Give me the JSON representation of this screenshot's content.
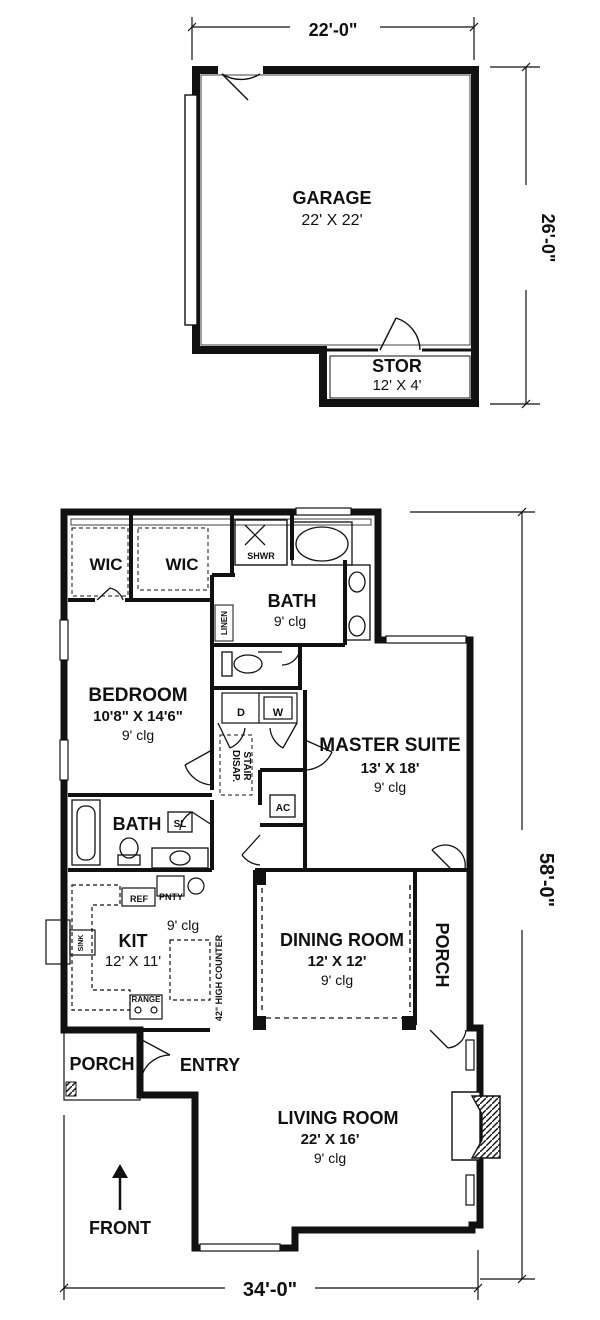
{
  "garage_plan": {
    "width_dim": "22'-0\"",
    "depth_dim": "26'-0\"",
    "garage": {
      "name": "GARAGE",
      "size": "22' X 22'"
    },
    "storage": {
      "name": "STOR",
      "size": "12' X 4'"
    }
  },
  "house_plan": {
    "width_dim": "34'-0\"",
    "depth_dim": "58'-0\"",
    "wic_left": "WIC",
    "wic_right": "WIC",
    "shower": "SHWR",
    "master_bath": {
      "name": "BATH",
      "clg": "9' clg"
    },
    "linen": "LINEN",
    "bedroom": {
      "name": "BEDROOM",
      "size": "10'8\" X 14'6\"",
      "clg": "9' clg"
    },
    "dryer": "D",
    "washer": "W",
    "disappearing_stair": {
      "line1": "DISAP.",
      "line2": "STAIR"
    },
    "ac": "AC",
    "master_suite": {
      "name": "MASTER SUITE",
      "size": "13' X 18'",
      "clg": "9' clg"
    },
    "bath2": {
      "name": "BATH",
      "sl": "SL"
    },
    "ref": "REF",
    "pantry": "PNTY",
    "kitchen": {
      "name": "KIT",
      "size": "12' X 11'",
      "clg": "9' clg"
    },
    "sink": "SINK",
    "range": "RANGE",
    "counter_note": "42\" HIGH COUNTER",
    "dining": {
      "name": "DINING ROOM",
      "size": "12' X 12'",
      "clg": "9' clg"
    },
    "side_porch": "PORCH",
    "front_porch": "PORCH",
    "entry": "ENTRY",
    "living": {
      "name": "LIVING ROOM",
      "size": "22' X 16'",
      "clg": "9' clg"
    },
    "front": "FRONT"
  }
}
